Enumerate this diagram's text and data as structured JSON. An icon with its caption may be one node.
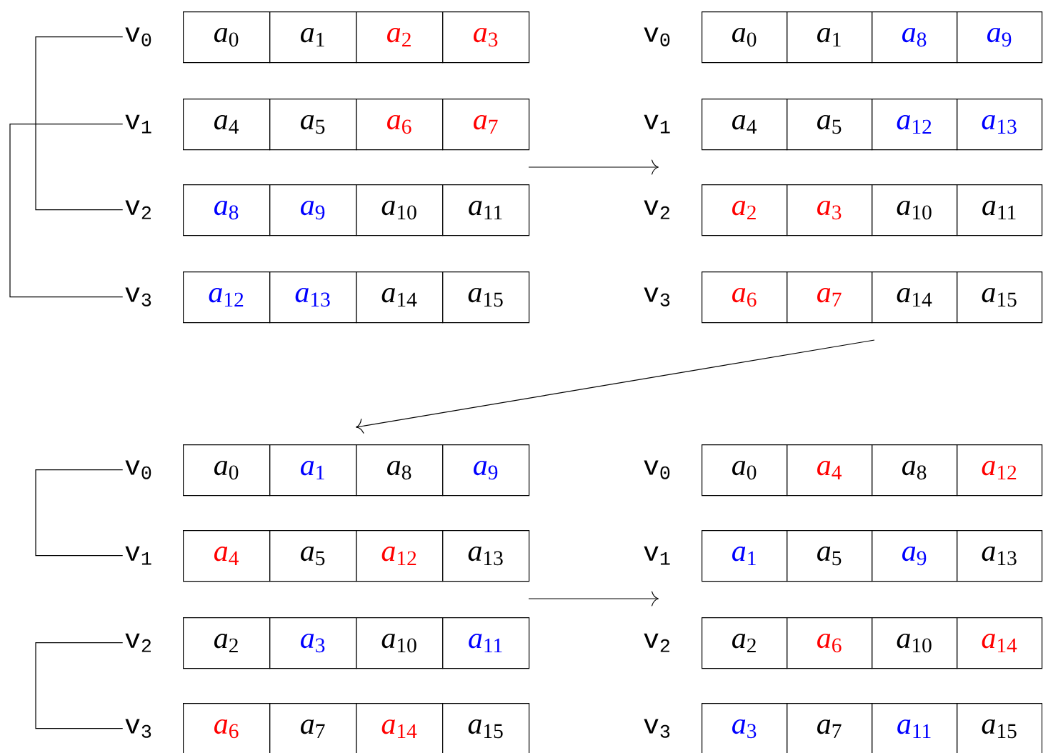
{
  "diagram": {
    "nodes": [
      {
        "text": [
          "v$_{0}$"
        ]
      },
      {
        "text": [
          "*a*$_{0}$"
        ]
      },
      {
        "text": [
          "*a*$_{1}$"
        ]
      },
      {
        "text": [
          "*a*$_{2}$"
        ]
      },
      {
        "text": [
          "*a*$_{3}$"
        ]
      },
      {
        "text": [
          "v$_{1}$"
        ]
      },
      {
        "text": [
          "*a*$_{4}$"
        ]
      },
      {
        "text": [
          "*a*$_{5}$"
        ]
      },
      {
        "text": [
          "*a*$_{6}$"
        ]
      },
      {
        "text": [
          "*a*$_{7}$"
        ]
      },
      {
        "text": [
          "v$_{2}$"
        ]
      },
      {
        "text": [
          "*a*$_{8}$"
        ]
      },
      {
        "text": [
          "*a*$_{9}$"
        ]
      },
      {
        "text": [
          "*a*$_{10}$"
        ]
      },
      {
        "text": [
          "*a*$_{11}$"
        ]
      },
      {
        "text": [
          "v$_{3}$"
        ]
      },
      {
        "text": [
          "*a*$_{12}$"
        ]
      },
      {
        "text": [
          "*a*$_{13}$"
        ]
      },
      {
        "text": [
          "*a*$_{14}$"
        ]
      },
      {
        "text": [
          "*a*$_{15}$"
        ]
      },
      {
        "text": [
          "v$_{0}$"
        ]
      },
      {
        "text": [
          "*a*$_{0}$"
        ]
      },
      {
        "text": [
          "*a*$_{1}$"
        ]
      },
      {
        "text": [
          "*a*$_{8}$"
        ]
      },
      {
        "text": [
          "*a*$_{9}$"
        ]
      },
      {
        "text": [
          "v$_{1}$"
        ]
      },
      {
        "text": [
          "*a*$_{4}$"
        ]
      },
      {
        "text": [
          "*a*$_{5}$"
        ]
      },
      {
        "text": [
          "*a*$_{12}$"
        ]
      },
      {
        "text": [
          "*a*$_{13}$"
        ]
      },
      {
        "text": [
          "v$_{2}$"
        ]
      },
      {
        "text": [
          "*a*$_{2}$"
        ]
      },
      {
        "text": [
          "*a*$_{3}$"
        ]
      },
      {
        "text": [
          "*a*$_{10}$"
        ]
      },
      {
        "text": [
          "*a*$_{11}$"
        ]
      },
      {
        "text": [
          "v$_{3}$"
        ]
      },
      {
        "text": [
          "*a*$_{6}$"
        ]
      },
      {
        "text": [
          "*a*$_{7}$"
        ]
      },
      {
        "text": [
          "*a*$_{14}$"
        ]
      },
      {
        "text": [
          "*a*$_{15}$"
        ]
      },
      {
        "text": [
          "v$_{0}$"
        ]
      },
      {
        "text": [
          "*a*$_{0}$"
        ]
      },
      {
        "text": [
          "*a*$_{1}$"
        ]
      },
      {
        "text": [
          "*a*$_{8}$"
        ]
      },
      {
        "text": [
          "*a*$_{9}$"
        ]
      },
      {
        "text": [
          "v$_{1}$"
        ]
      },
      {
        "text": [
          "*a*$_{4}$"
        ]
      },
      {
        "text": [
          "*a*$_{5}$"
        ]
      },
      {
        "text": [
          "*a*$_{12}$"
        ]
      },
      {
        "text": [
          "*a*$_{13}$"
        ]
      },
      {
        "text": [
          "v$_{2}$"
        ]
      },
      {
        "text": [
          "*a*$_{2}$"
        ]
      },
      {
        "text": [
          "*a*$_{3}$"
        ]
      },
      {
        "text": [
          "*a*$_{10}$"
        ]
      },
      {
        "text": [
          "*a*$_{11}$"
        ]
      },
      {
        "text": [
          "v$_{3}$"
        ]
      },
      {
        "text": [
          "*a*$_{6}$"
        ]
      },
      {
        "text": [
          "*a*$_{7}$"
        ]
      },
      {
        "text": [
          "*a*$_{14}$"
        ]
      },
      {
        "text": [
          "*a*$_{15}$"
        ]
      },
      {
        "text": [
          "v$_{0}$"
        ]
      },
      {
        "text": [
          "*a*$_{0}$"
        ]
      },
      {
        "text": [
          "*a*$_{4}$"
        ]
      },
      {
        "text": [
          "*a*$_{8}$"
        ]
      },
      {
        "text": [
          "*a*$_{12}$"
        ]
      },
      {
        "text": [
          "v$_{1}$"
        ]
      },
      {
        "text": [
          "*a*$_{1}$"
        ]
      },
      {
        "text": [
          "*a*$_{5}$"
        ]
      },
      {
        "text": [
          "*a*$_{9}$"
        ]
      },
      {
        "text": [
          "*a*$_{13}$"
        ]
      },
      {
        "text": [
          "v$_{2}$"
        ]
      },
      {
        "text": [
          "*a*$_{2}$"
        ]
      },
      {
        "text": [
          "*a*$_{6}$"
        ]
      },
      {
        "text": [
          "*a*$_{10}$"
        ]
      },
      {
        "text": [
          "*a*$_{14}$"
        ]
      },
      {
        "text": [
          "v$_{3}$"
        ]
      },
      {
        "text": [
          "*a*$_{3}$"
        ]
      },
      {
        "text": [
          "*a*$_{7}$"
        ]
      },
      {
        "text": [
          "*a*$_{11}$"
        ]
      },
      {
        "text": [
          "*a*$_{15}$"
        ]
      }
    ],
    "edges": [
      {
        "from": 0,
        "to": 10,
        "arrow": "none"
      },
      {
        "from": 5,
        "to": 15,
        "arrow": "none"
      },
      {
        "from": 40,
        "to": 45,
        "arrow": "none"
      },
      {
        "from": 50,
        "to": 55,
        "arrow": "none"
      }
    ]
  }
}
